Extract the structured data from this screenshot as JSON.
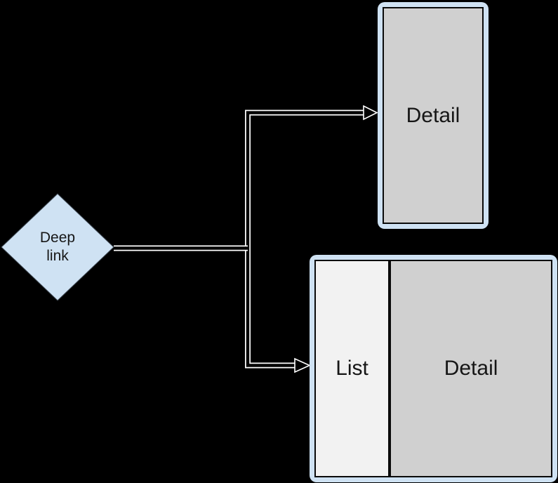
{
  "colors": {
    "background": "#000000",
    "node_fill": "#cfe2f3",
    "frame_fill": "#cfe2f3",
    "screen_fill": "#d0d0d0",
    "list_fill": "#f2f2f2",
    "panel_border": "#0a0a0a",
    "arrow": "#ffffff",
    "text": "#161616"
  },
  "nodes": {
    "deep_link": {
      "type": "decision-diamond",
      "label": "Deep\nlink"
    },
    "phone": {
      "type": "device-screen",
      "label": "Detail"
    },
    "tablet": {
      "type": "device-screen-two-pane",
      "panes": [
        {
          "label": "List"
        },
        {
          "label": "Detail"
        }
      ]
    }
  },
  "connectors": [
    {
      "from": "deep_link",
      "to": "phone",
      "style": "hollow-elbow-arrow"
    },
    {
      "from": "deep_link",
      "to": "tablet",
      "style": "hollow-elbow-arrow"
    }
  ]
}
